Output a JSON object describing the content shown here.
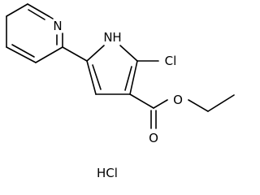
{
  "atoms": {
    "pyridine_n": "N",
    "pyrrole_nh": "H",
    "pyrrole_n": "N",
    "chlorine": "Cl",
    "ester_o_single": "O",
    "ester_o_double": "O"
  },
  "salt": "HCl"
}
